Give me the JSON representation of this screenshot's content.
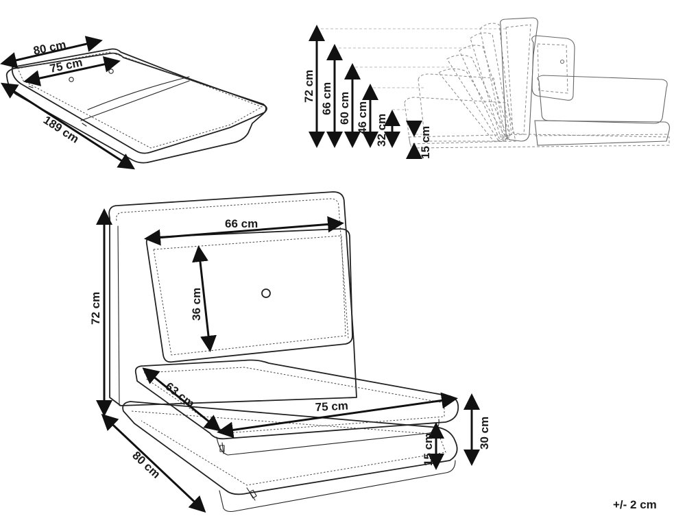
{
  "colors": {
    "line": "#222222",
    "dimension": "#111111",
    "ghost": "#888888",
    "background": "#ffffff"
  },
  "top_left": {
    "width_outer": "80 cm",
    "width_inner": "75 cm",
    "length": "189 cm"
  },
  "top_right": {
    "heights": [
      "72 cm",
      "66 cm",
      "60 cm",
      "46 cm",
      "32 cm",
      "15 cm"
    ]
  },
  "main": {
    "height": "72 cm",
    "pillow_width": "66 cm",
    "pillow_height": "36 cm",
    "seat_depth": "63 cm",
    "seat_width": "75 cm",
    "base_width": "80 cm",
    "seat_height": "30 cm",
    "base_height": "15 cm"
  },
  "tolerance": "+/- 2 cm"
}
